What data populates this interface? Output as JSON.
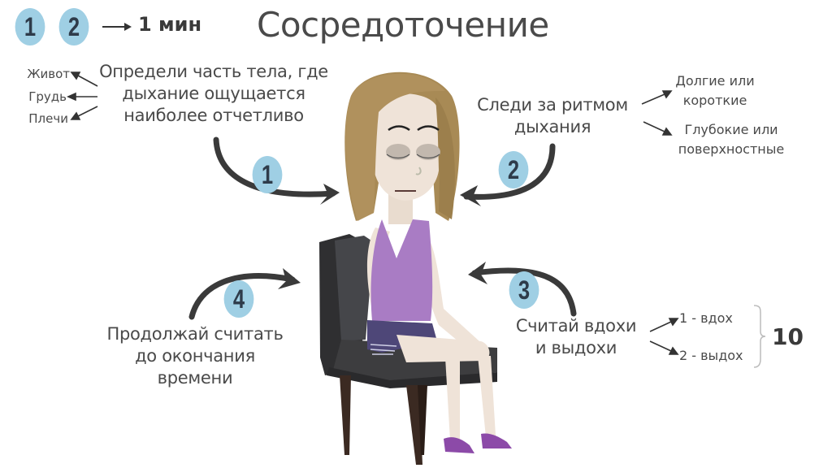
{
  "header": {
    "title": "Сосредоточение",
    "legend_badges": [
      "1",
      "2"
    ],
    "duration": "1 мин"
  },
  "steps": [
    {
      "number": "1",
      "text_lines": [
        "Определи часть тела, где",
        "дыхание ощущается",
        "наиболее отчетливо"
      ],
      "options": [
        "Живот",
        "Грудь",
        "Плечи"
      ]
    },
    {
      "number": "2",
      "text_lines": [
        "Следи за ритмом",
        "дыхания"
      ],
      "options": [
        {
          "lines": [
            "Долгие или",
            "короткие"
          ]
        },
        {
          "lines": [
            "Глубокие или",
            "поверхностные"
          ]
        }
      ]
    },
    {
      "number": "3",
      "text_lines": [
        "Считай вдохи",
        "и выдохи"
      ],
      "options": [
        "1 - вдох",
        "2 - выдох"
      ],
      "total": "10"
    },
    {
      "number": "4",
      "text_lines": [
        "Продолжай считать",
        "до окончания",
        "времени"
      ]
    }
  ],
  "colors": {
    "badge": "#9fcfe4",
    "badge_text": "#2e3b4a",
    "text": "#4a4a4a",
    "arrow": "#3a3a3a",
    "hair": "#a88a55",
    "skin": "#efe3d8",
    "top": "#a97cc4",
    "shorts": "#4e4778",
    "chair": "#3d3d3f",
    "chair_legs": "#3b2a22",
    "shoes": "#8c4aa8"
  }
}
